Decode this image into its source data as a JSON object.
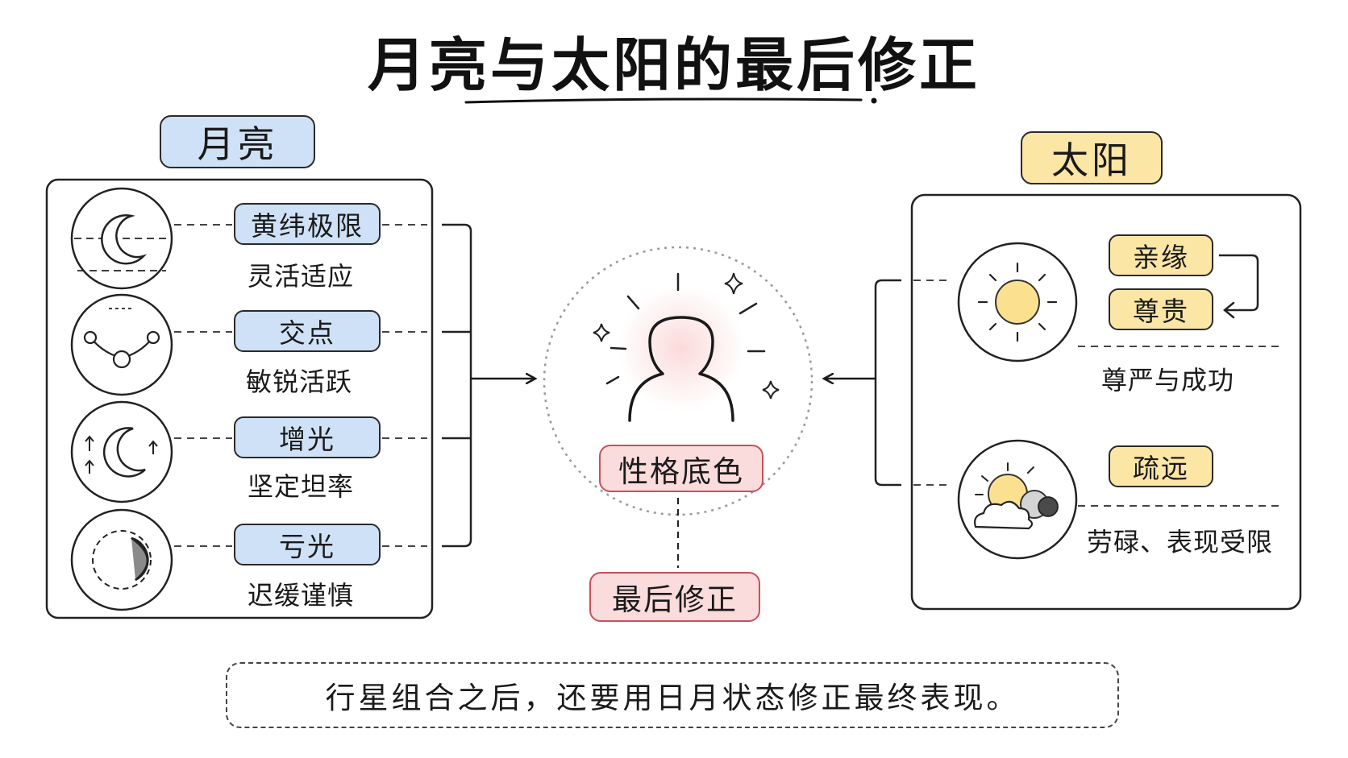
{
  "title": "月亮与太阳的最后修正",
  "moon": {
    "label": "月亮",
    "items": [
      {
        "tag": "黄纬极限",
        "desc": "灵活适应",
        "icon": "crescent-moon-icon"
      },
      {
        "tag": "交点",
        "desc": "敏锐活跃",
        "icon": "node-network-icon"
      },
      {
        "tag": "增光",
        "desc": "坚定坦率",
        "icon": "waxing-moon-icon"
      },
      {
        "tag": "亏光",
        "desc": "迟缓谨慎",
        "icon": "waning-moon-icon"
      }
    ]
  },
  "sun": {
    "label": "太阳",
    "favorable": {
      "tags": [
        "亲缘",
        "尊贵"
      ],
      "desc": "尊严与成功",
      "icon": "sun-icon"
    },
    "unfavorable": {
      "tag": "疏远",
      "desc": "劳碌、表现受限",
      "icon": "sun-behind-cloud-icon"
    }
  },
  "center": {
    "label": "性格底色",
    "icon": "person-glow-icon"
  },
  "final": {
    "label": "最后修正"
  },
  "footer": "行星组合之后，还要用日月状态修正最终表现。",
  "colors": {
    "moon_accent": "#cfe1f7",
    "sun_accent": "#fbe6a6",
    "center_accent": "#fbdcdc",
    "sun_core": "#fbe18f"
  }
}
